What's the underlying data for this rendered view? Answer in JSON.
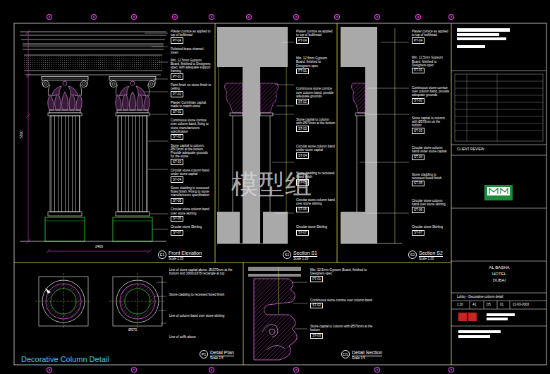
{
  "diagram": {
    "title": "Decorative Column Detail",
    "nodes": [
      {
        "text": [
          "E1",
          "Front Elevation",
          "Scale 1:20"
        ]
      },
      {
        "text": [
          "S1",
          "Section S1",
          "Scale 1:20"
        ]
      },
      {
        "text": [
          "S2",
          "Section S2",
          "Scale 1:20"
        ]
      },
      {
        "text": [
          "P1",
          "Detail Plan",
          "Scale 1:5"
        ]
      },
      {
        "text": [
          "D1",
          "Detail Section",
          "Scale 1:5"
        ]
      },
      {
        "text": [
          "PT-04"
        ]
      },
      {
        "text": [
          "PT-01"
        ]
      },
      {
        "text": [
          "PT-02"
        ]
      },
      {
        "text": [
          "ST-01"
        ]
      },
      {
        "text": [
          "ST-02"
        ]
      },
      {
        "text": [
          "ST-03"
        ]
      },
      {
        "text": [
          "ST-04"
        ]
      },
      {
        "text": [
          "ST-05"
        ]
      },
      {
        "text": [
          "ST-06"
        ]
      },
      {
        "text": [
          "ST-07"
        ]
      },
      {
        "text": [
          "PT-04"
        ]
      },
      {
        "text": [
          "PT-01"
        ]
      },
      {
        "text": [
          "ST-02"
        ]
      },
      {
        "text": [
          "ST-03"
        ]
      },
      {
        "text": [
          "ST-04"
        ]
      },
      {
        "text": [
          "ST-05"
        ]
      },
      {
        "text": [
          "ST-06"
        ]
      },
      {
        "text": [
          "ST-07"
        ]
      },
      {
        "text": [
          "PT-04"
        ]
      },
      {
        "text": [
          "PT-01"
        ]
      },
      {
        "text": [
          "ST-02"
        ]
      },
      {
        "text": [
          "ST-03"
        ]
      },
      {
        "text": [
          "ST-04"
        ]
      },
      {
        "text": [
          "ST-05"
        ]
      },
      {
        "text": [
          "ST-06"
        ]
      },
      {
        "text": [
          "ST-07"
        ]
      },
      {
        "text": [
          "PT-01"
        ]
      },
      {
        "text": [
          "ST-02"
        ]
      },
      {
        "text": [
          "ST-03"
        ]
      }
    ],
    "labels": [
      "Plaster cornice as applied to top of bulkhead",
      "Polished brass channel insert",
      "Min. 12.5mm Gypsum Board, finished to Designers spec, with adequate support framing",
      "Paint finish on stone finish to ceiling",
      "Plaster Corinthian capital, made to match stone",
      "Continuous stone cornice over column band, fixing to stone manufacturers specification",
      "Stone capital to column, Ø570mm at the bottom. Provide adequate grounds for the stone",
      "Circular stone column band under stone capital",
      "Stone cladding to recessed fluted finish. Fixing to stone manufacturers specification",
      "Circular stone column band over stone skirting",
      "Circular stone Skirting",
      "Plaster cornice as applied to top of bulkhead",
      "Min. 12.5mm Gypsum Board, finished to Designers spec",
      "Continuous stone cornice over column band, provide adequate grounds",
      "Stone capital to column with Ø570mm at the bottom",
      "Circular stone column band under stone capital",
      "Stone cladding to recessed fluted finish",
      "Circular stone column band over stone skirting",
      "Circular stone Skirting",
      "Plaster cornice as applied to top of bulkhead",
      "Min. 12.5mm Gypsum Board, finished to Designers spec",
      "Continuous stone cornice over column band, provide adequate grounds",
      "Stone capital to column with Ø570mm at the bottom",
      "Circular stone column band under stone capital",
      "Stone cladding to recessed fluted finish",
      "Circular stone column band over stone skirting",
      "Circular stone Skirting",
      "Line of stone capital above. Ø1570mm at the bottom and 1800x1878 rectangle at top",
      "Stone cladding to recessed fluted finish",
      "Line of column band over stone skirting",
      "Line of soffit above",
      "Min. 12.5mm Gypsum Board, finished to Designers spec",
      "Continuous stone cornice over column band",
      "Stone capital to column with Ø570mm at the bottom",
      "模型组",
      "5500",
      "2400",
      "CLIENT REVIEW",
      "AL BASHA",
      "HOTEL",
      "DUBAI",
      "Lobby - Decorative column detail",
      "1:20",
      "A1",
      "D5",
      "01",
      "22-03-2003",
      "Ø570"
    ]
  }
}
